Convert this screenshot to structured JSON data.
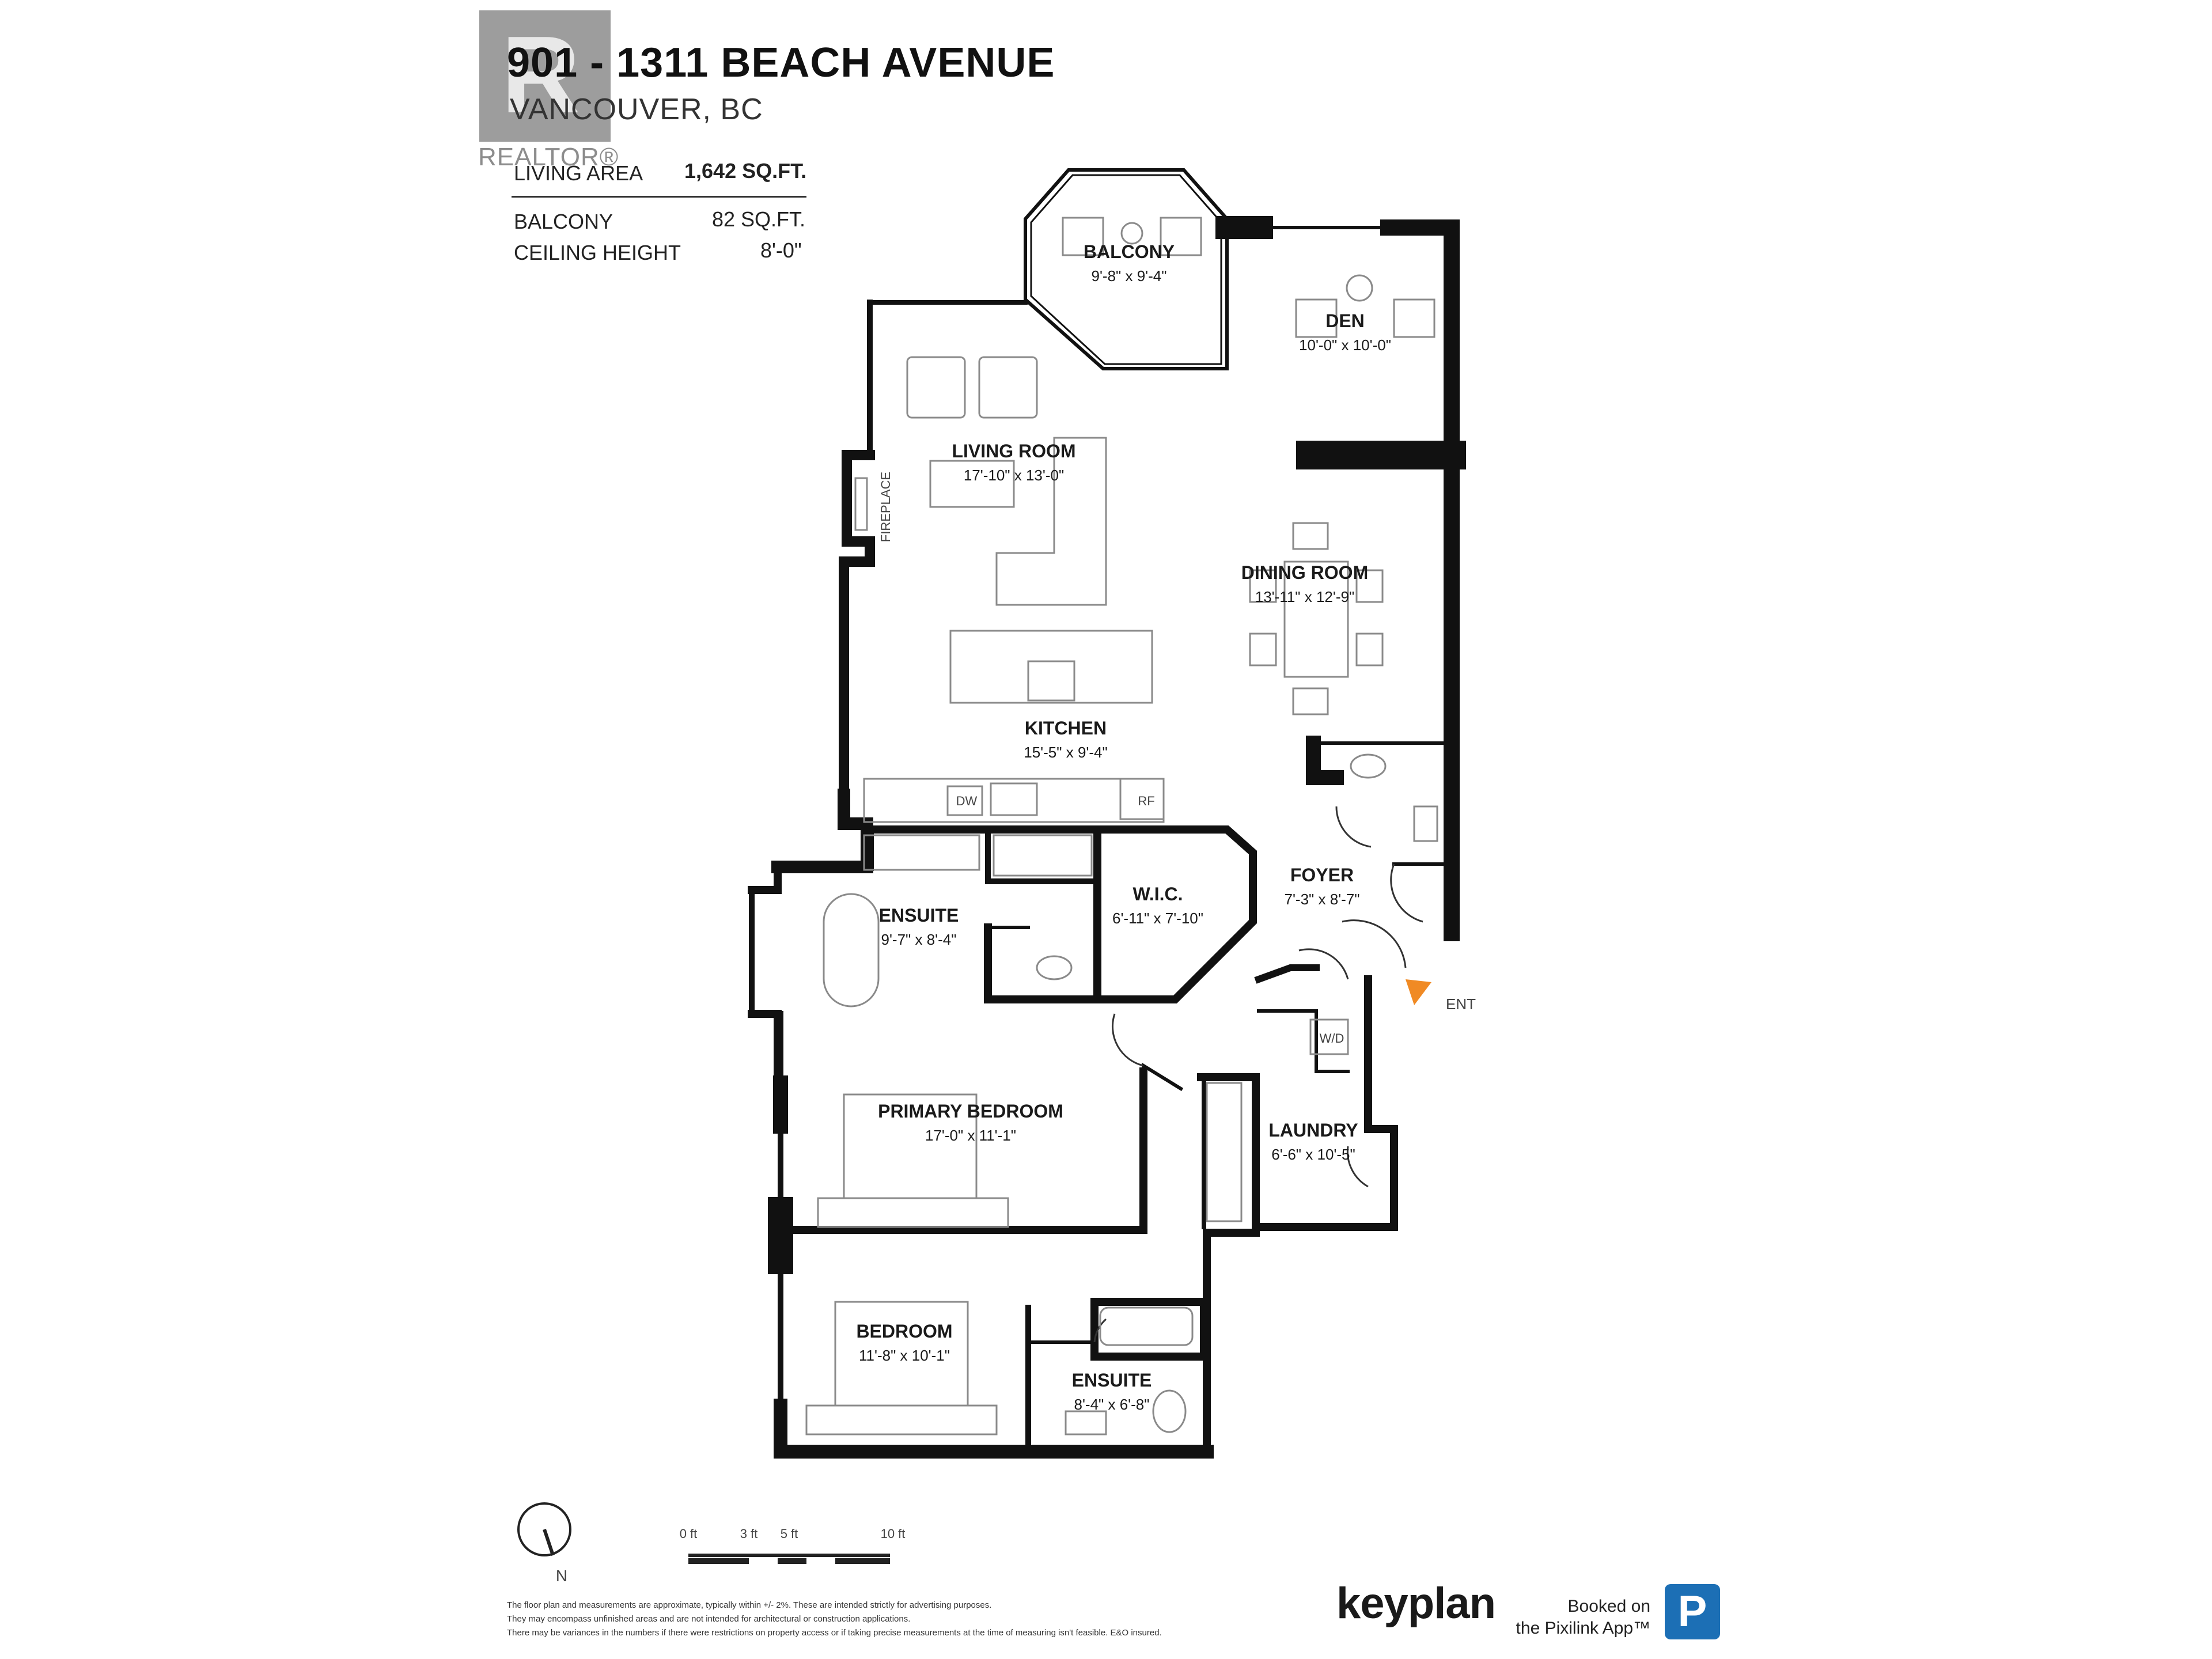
{
  "header": {
    "title": "901 - 1311 BEACH AVENUE",
    "subtitle": "VANCOUVER, BC",
    "logo_text": "REALTOR®"
  },
  "stats": {
    "living_area_label": "LIVING AREA",
    "living_area_value": "1,642 SQ.FT.",
    "balcony_label": "BALCONY",
    "balcony_value": "82 SQ.FT.",
    "ceiling_label": "CEILING HEIGHT",
    "ceiling_value": "8'-0\""
  },
  "rooms": {
    "balcony": {
      "name": "BALCONY",
      "dims": "9'-8\"  x  9'-4\""
    },
    "den": {
      "name": "DEN",
      "dims": "10'-0\"  x  10'-0\""
    },
    "living": {
      "name": "LIVING ROOM",
      "dims": "17'-10\"  x  13'-0\""
    },
    "dining": {
      "name": "DINING ROOM",
      "dims": "13'-11\"  x  12'-9\""
    },
    "kitchen": {
      "name": "KITCHEN",
      "dims": "15'-5\"  x  9'-4\""
    },
    "ensuite1": {
      "name": "ENSUITE",
      "dims": "9'-7\"  x  8'-4\""
    },
    "wic": {
      "name": "W.I.C.",
      "dims": "6'-11\"  x  7'-10\""
    },
    "foyer": {
      "name": "FOYER",
      "dims": "7'-3\"  x  8'-7\""
    },
    "primary": {
      "name": "PRIMARY BEDROOM",
      "dims": "17'-0\"  x  11'-1\""
    },
    "laundry": {
      "name": "LAUNDRY",
      "dims": "6'-6\"  x  10'-5\""
    },
    "bedroom": {
      "name": "BEDROOM",
      "dims": "11'-8\"  x  10'-1\""
    },
    "ensuite2": {
      "name": "ENSUITE",
      "dims": "8'-4\"  x  6'-8\""
    }
  },
  "labels": {
    "fireplace": "FIREPLACE",
    "dw": "DW",
    "rf": "RF",
    "wd": "W/D",
    "ent": "ENT",
    "north": "N"
  },
  "scale": {
    "t0": "0 ft",
    "t3": "3 ft",
    "t5": "5 ft",
    "t10": "10 ft"
  },
  "disclaimer": {
    "line1": "The floor plan and measurements are approximate, typically within +/- 2%. These are intended strictly for advertising purposes.",
    "line2": "They may encompass unfinished areas and are not intended for architectural or construction applications.",
    "line3": "There may be variances in the numbers if there were restrictions on property access or if taking precise measurements at the time of measuring isn't feasible. E&O insured."
  },
  "footer": {
    "brand": "keyplan",
    "booked_line1": "Booked on",
    "booked_line2": "the Pixilink App™",
    "badge_letter": "P"
  },
  "colors": {
    "wall": "#111111",
    "entry_marker": "#f08a24",
    "logo_grey": "#8c8c8c",
    "badge_blue": "#1c6fb5"
  }
}
